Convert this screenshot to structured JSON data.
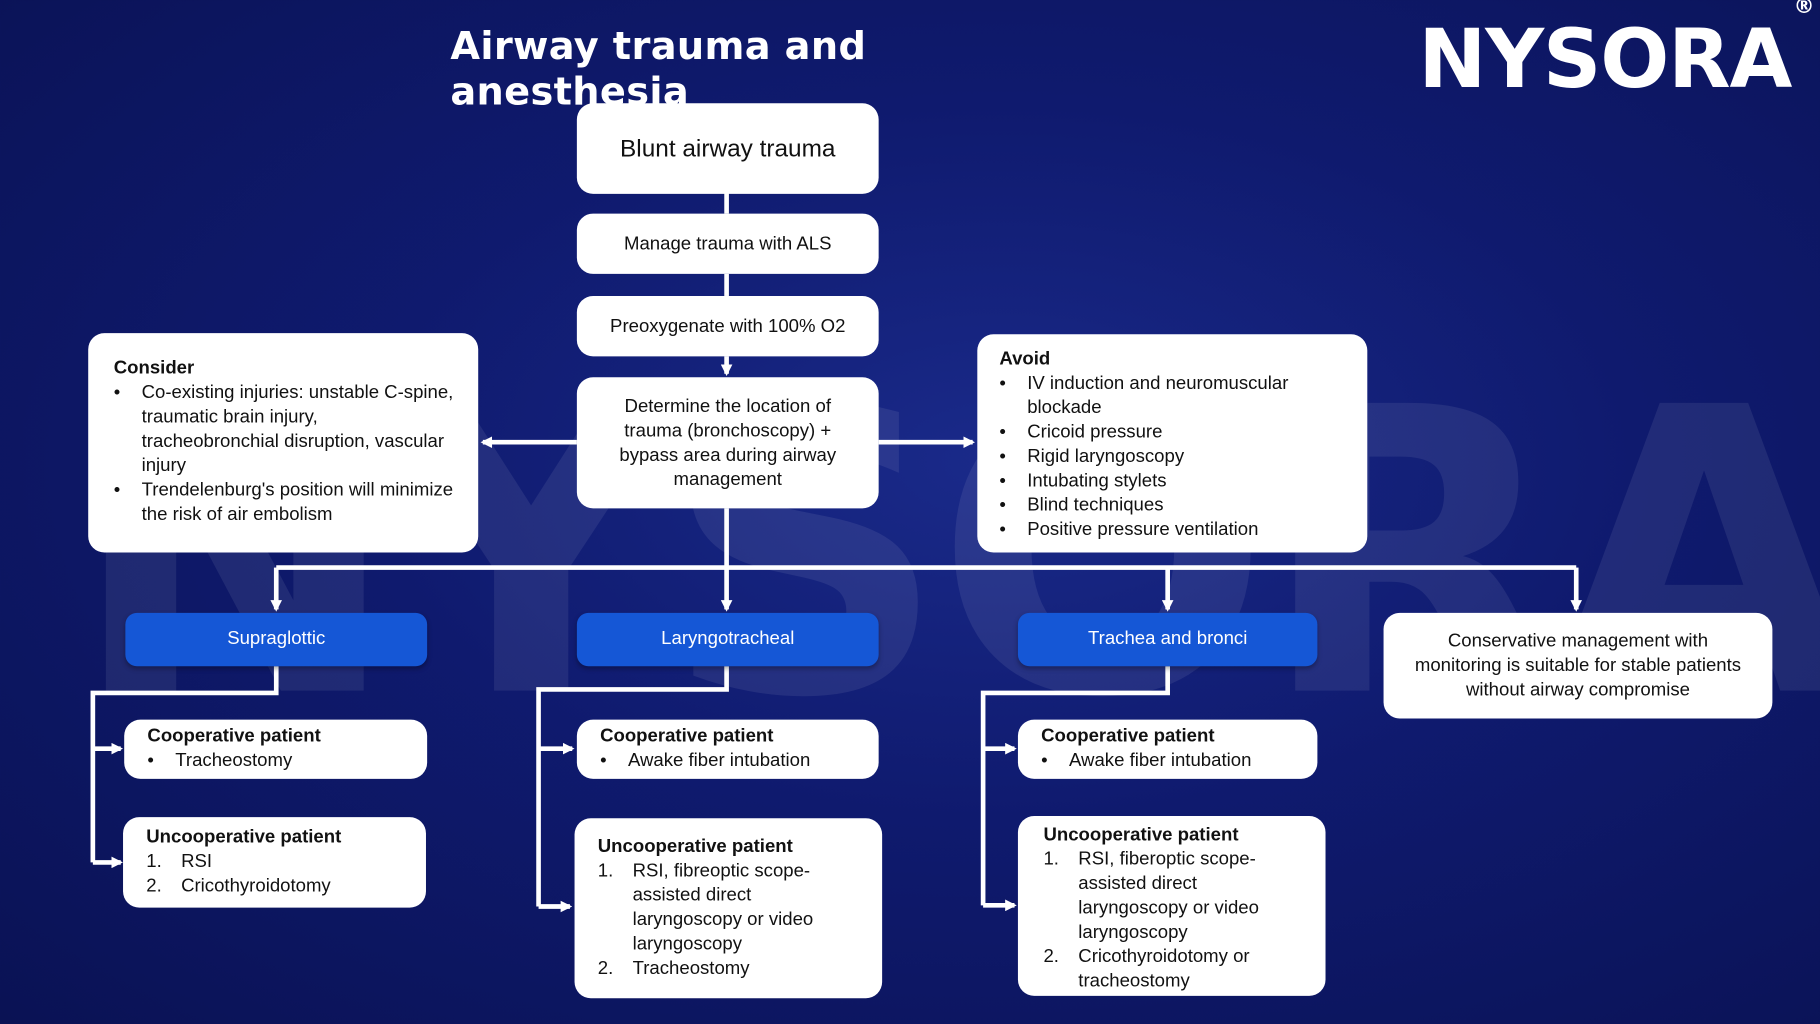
{
  "title": "Airway trauma and anesthesia",
  "logo": {
    "text": "NYSORA",
    "mark": "®"
  },
  "watermark": "NYSORA",
  "colors": {
    "background": "#0f1a6e",
    "node_blue": "#1557d6",
    "box": "#ffffff"
  },
  "flow": {
    "start": "Blunt airway trauma",
    "step1": "Manage trauma with ALS",
    "step2": "Preoxygenate with 100% O2",
    "step3": "Determine the location of trauma (bronchoscopy) + bypass area during airway management"
  },
  "consider": {
    "heading": "Consider",
    "items": [
      "Co-existing injuries: unstable C-spine, traumatic brain injury, tracheobronchial disruption, vascular injury",
      "Trendelenburg's position will minimize the risk of air embolism"
    ]
  },
  "avoid": {
    "heading": "Avoid",
    "items": [
      "IV induction and neuromuscular blockade",
      "Cricoid pressure",
      "Rigid laryngoscopy",
      "Intubating stylets",
      "Blind techniques",
      "Positive pressure ventilation"
    ]
  },
  "branches": {
    "supraglottic": {
      "label": "Supraglottic",
      "cooperative": {
        "heading": "Cooperative patient",
        "items": [
          "Tracheostomy"
        ]
      },
      "uncooperative": {
        "heading": "Uncooperative patient",
        "items": [
          "RSI",
          "Cricothyroidotomy"
        ]
      }
    },
    "laryngotracheal": {
      "label": "Laryngotracheal",
      "cooperative": {
        "heading": "Cooperative patient",
        "items": [
          "Awake fiber intubation"
        ]
      },
      "uncooperative": {
        "heading": "Uncooperative patient",
        "items": [
          "RSI, fibreoptic scope-assisted direct laryngoscopy or video laryngoscopy",
          "Tracheostomy"
        ]
      }
    },
    "trachea": {
      "label": "Trachea and bronci",
      "cooperative": {
        "heading": "Cooperative patient",
        "items": [
          "Awake fiber intubation"
        ]
      },
      "uncooperative": {
        "heading": "Uncooperative patient",
        "items": [
          "RSI, fiberoptic scope-assisted direct laryngoscopy or video laryngoscopy",
          "Cricothyroidotomy or tracheostomy"
        ]
      }
    },
    "conservative": "Conservative management with monitoring is suitable for stable patients without airway compromise"
  },
  "numbers": [
    "1.",
    "2."
  ]
}
